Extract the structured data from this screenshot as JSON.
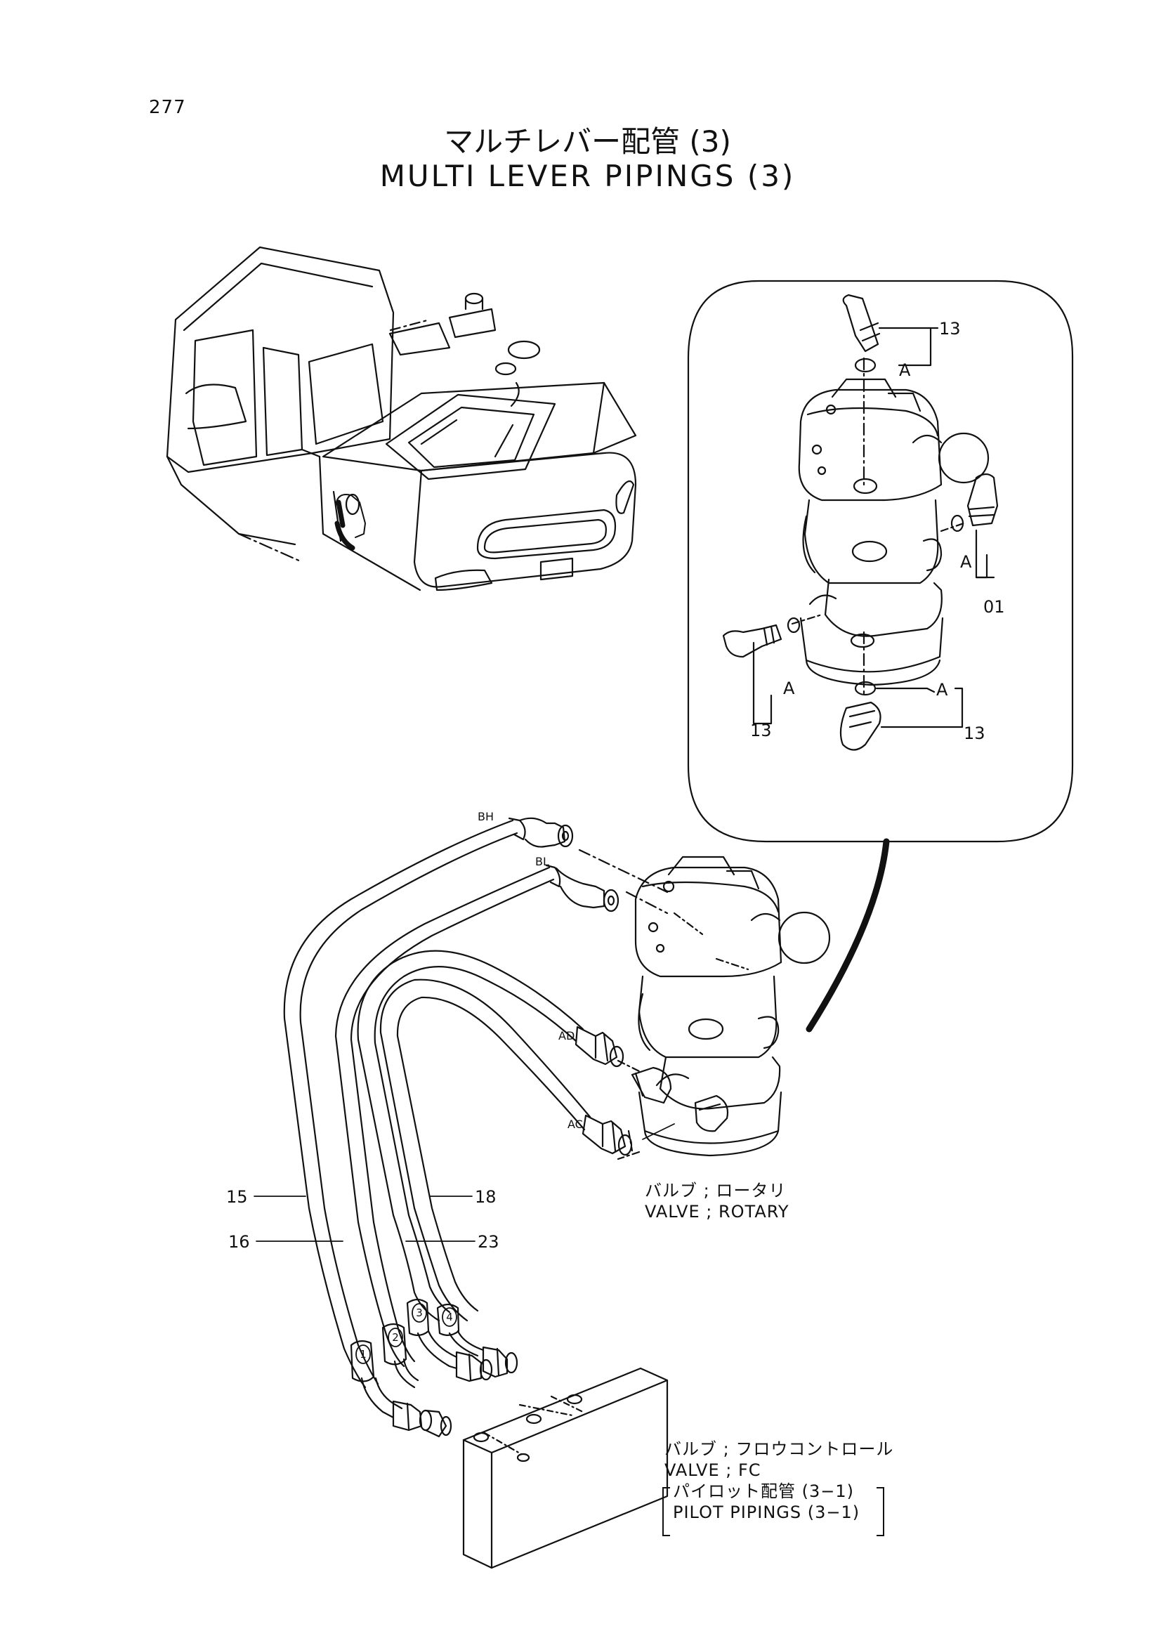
{
  "page_number": "277",
  "title_jp": "マルチレバー配管 (3)",
  "title_en": "MULTI LEVER PIPINGS (3)",
  "callouts": {
    "c13_top": "13",
    "c01": "01",
    "c13_left": "13",
    "c13_bottom": "13",
    "c15": "15",
    "c16": "16",
    "c18": "18",
    "c23": "23",
    "a1": "A",
    "a2": "A",
    "a3": "A",
    "a4": "A"
  },
  "ports": {
    "bh": "BH",
    "bl": "BL",
    "ad": "AD",
    "ac": "AC"
  },
  "hose_marks": [
    "1",
    "2",
    "3",
    "4"
  ],
  "valve_rotary": {
    "jp": "バルブ ; ロータリ",
    "en": "VALVE ; ROTARY"
  },
  "valve_fc": {
    "jp": "バルブ ; フロウコントロール",
    "en": "VALVE ; FC",
    "ref_jp": "パイロット配管 (3−1)",
    "ref_en": "PILOT PIPINGS (3−1)"
  }
}
